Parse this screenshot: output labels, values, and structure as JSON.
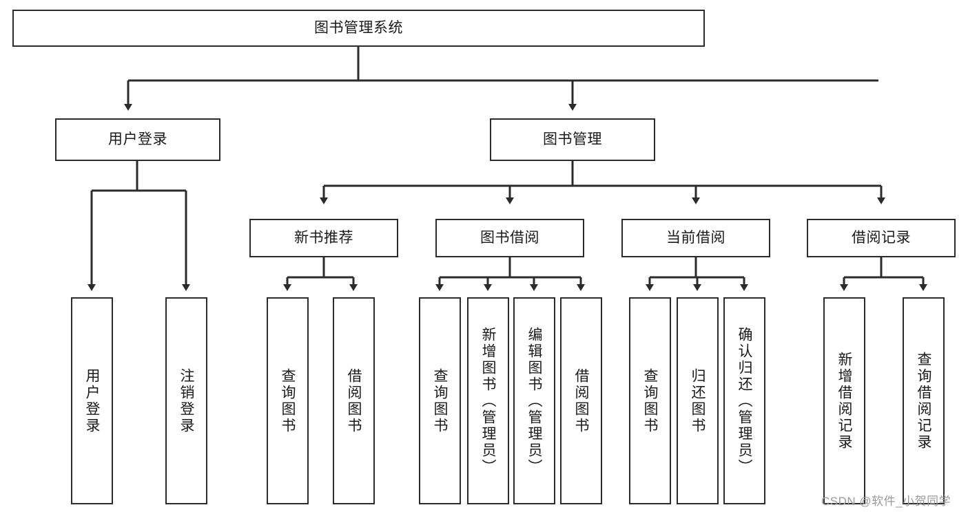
{
  "diagram": {
    "title": "图书管理系统",
    "type": "hierarchy-tree",
    "colors": {
      "box_border": "#2b2b2b",
      "box_fill": "#ffffff",
      "edge": "#2b2b2b",
      "text": "#1a1a1a",
      "watermark": "#9a9a9a"
    },
    "root": {
      "label": "图书管理系统"
    },
    "level2": [
      {
        "label": "用户登录"
      },
      {
        "label": "图书管理"
      }
    ],
    "level3": [
      {
        "label": "新书推荐"
      },
      {
        "label": "图书借阅"
      },
      {
        "label": "当前借阅"
      },
      {
        "label": "借阅记录"
      }
    ],
    "leaves": {
      "user_login": [
        {
          "label": "用户登录"
        },
        {
          "label": "注销登录"
        }
      ],
      "new_book_recommend": [
        {
          "label": "查询图书"
        },
        {
          "label": "借阅图书"
        }
      ],
      "book_borrow": [
        {
          "label": "查询图书"
        },
        {
          "label": "新增图书（管理员）"
        },
        {
          "label": "编辑图书（管理员）"
        },
        {
          "label": "借阅图书"
        }
      ],
      "current_borrow": [
        {
          "label": "查询图书"
        },
        {
          "label": "归还图书"
        },
        {
          "label": "确认归还（管理员）"
        }
      ],
      "borrow_record": [
        {
          "label": "新增借阅记录"
        },
        {
          "label": "查询借阅记录"
        }
      ]
    }
  },
  "watermark": {
    "text": "CSDN @软件_小贺同学"
  }
}
